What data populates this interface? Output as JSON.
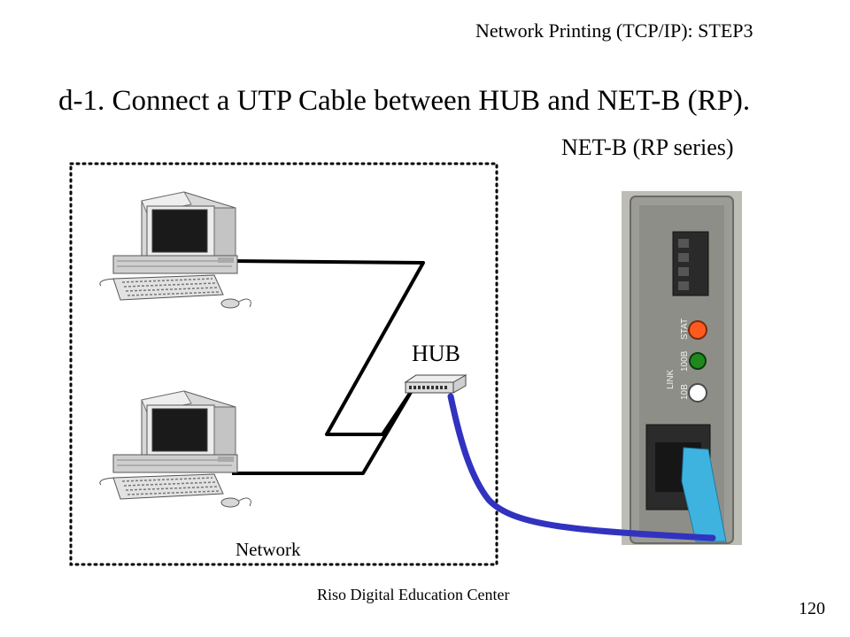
{
  "header": {
    "title": "Network Printing (TCP/IP): STEP3"
  },
  "slide": {
    "title": "d-1. Connect a UTP Cable between HUB and NET-B (RP)."
  },
  "labels": {
    "device": "NET-B (RP series)",
    "hub": "HUB",
    "network": "Network",
    "led_stat": "STAT",
    "led_100b": "100B",
    "led_10b": "10B",
    "led_link": "LINK"
  },
  "colors": {
    "cable": "#3232c0",
    "led_stat": "#ff5a1e",
    "led_100b": "#1e8a1e",
    "led_10b": "#ffffff",
    "panel": "#9c9c96",
    "plug": "#3fb3e0"
  },
  "footer": {
    "center": "Riso Digital Education Center",
    "page": "120"
  }
}
